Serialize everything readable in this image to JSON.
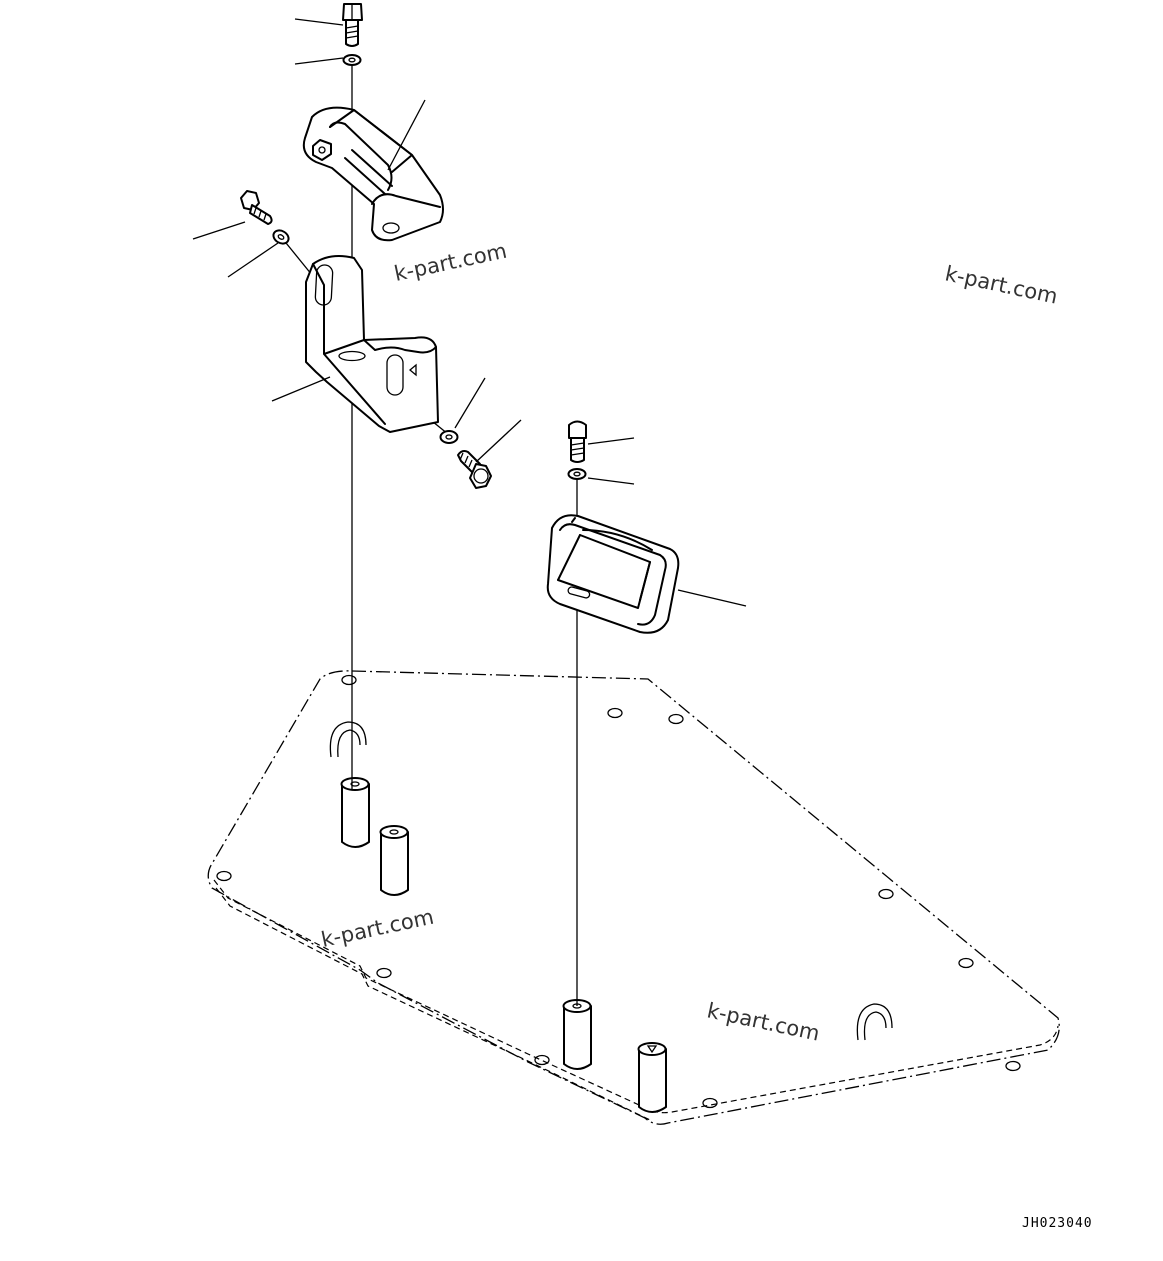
{
  "watermarks": [
    "k-part.com",
    "k-part.com",
    "k-part.com",
    "k-part.com"
  ],
  "drawing_code": "JH023040",
  "leader_lines": 11
}
